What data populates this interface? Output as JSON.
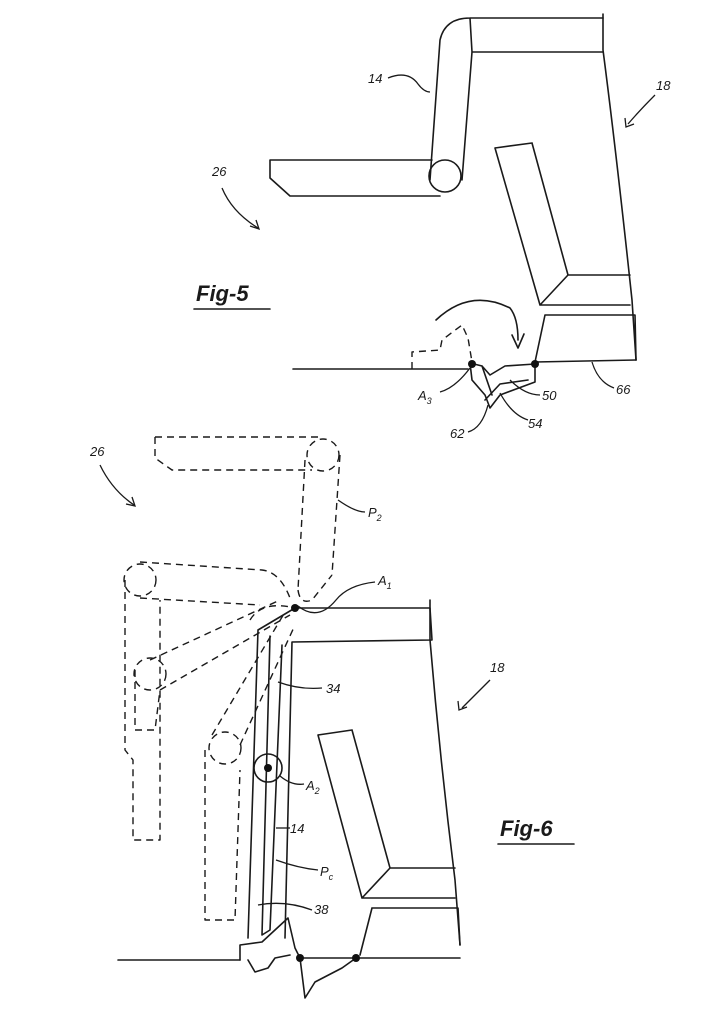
{
  "figures": [
    {
      "caption": "Fig-5",
      "labels": {
        "seat_back": "14",
        "seat_assembly": "18",
        "vehicle": "26",
        "pivot_base": "A",
        "pivot_sub": "3",
        "recess": "50",
        "latch": "54",
        "catch": "62",
        "floor": "66"
      }
    },
    {
      "caption": "Fig-6",
      "labels": {
        "vehicle": "26",
        "stowed_pos_base": "P",
        "stowed_pos_sub": "2",
        "pivot1_base": "A",
        "pivot1_sub": "1",
        "seat_assembly": "18",
        "frame": "34",
        "pivot2_base": "A",
        "pivot2_sub": "2",
        "seat_back": "14",
        "upright_pos_base": "P",
        "upright_pos_sub": "c",
        "cushion": "38"
      }
    }
  ]
}
